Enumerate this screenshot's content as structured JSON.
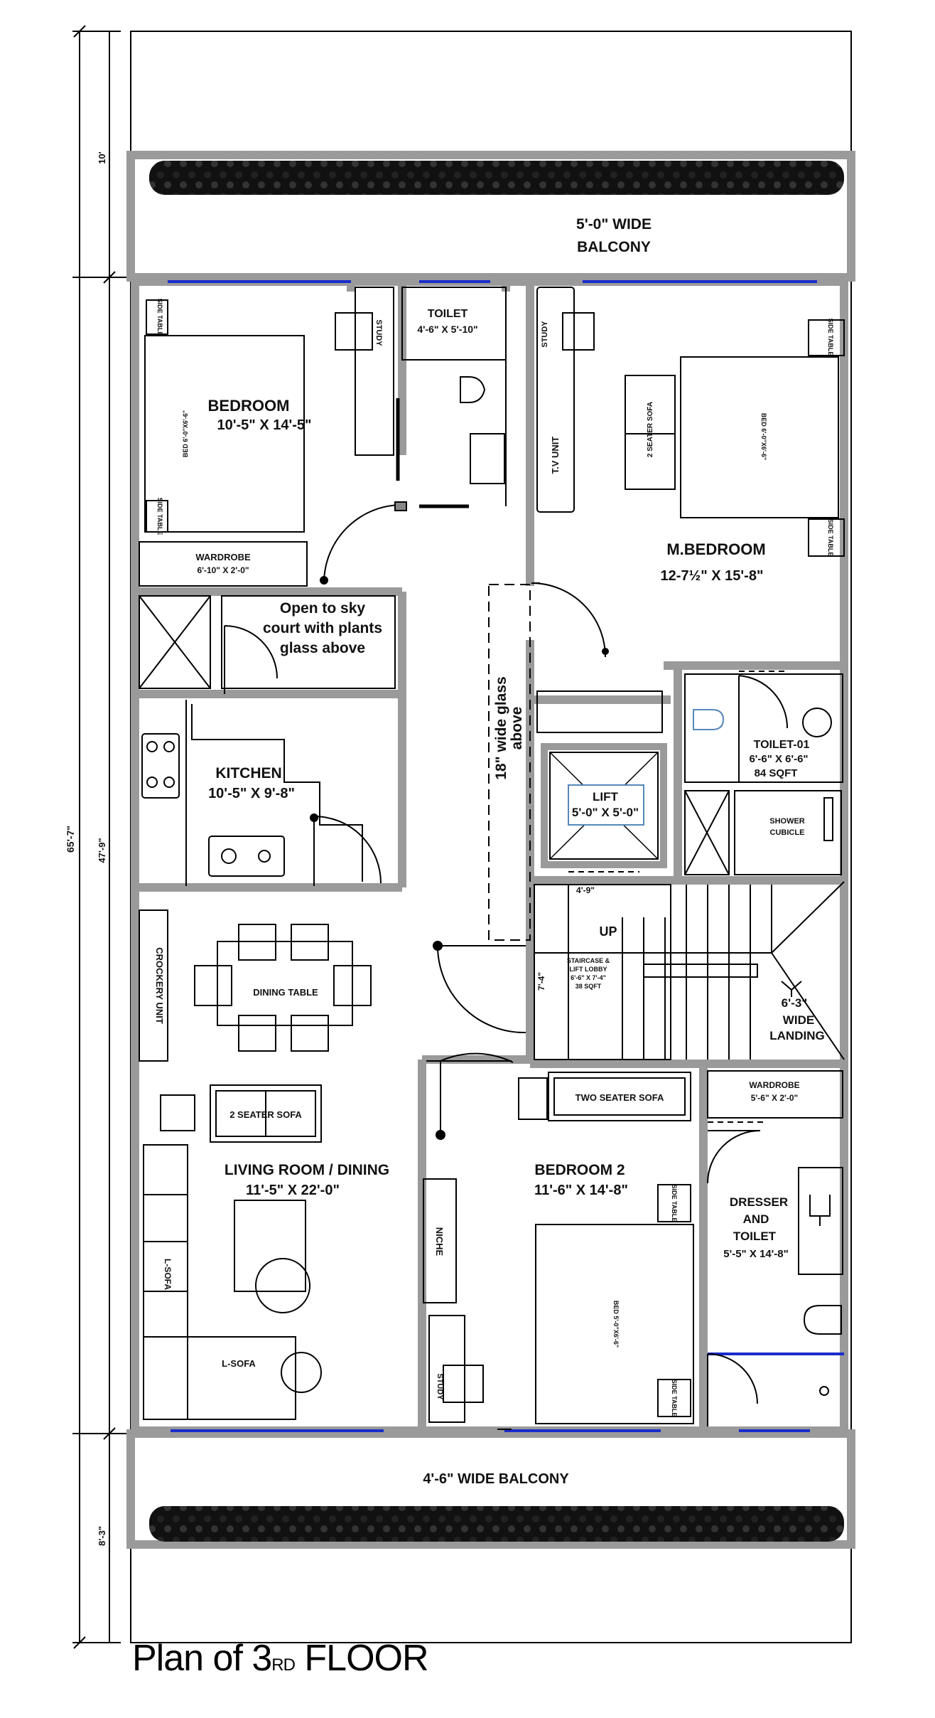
{
  "caption": {
    "prefix": "Plan of 3",
    "ordinal": "RD",
    "suffix": "FLOOR"
  },
  "dimensions": {
    "overall": "65'-7\"",
    "front_setback": "10'",
    "main_block": "47'-9\"",
    "rear_setback": "8'-3\""
  },
  "labels": {
    "balcony_top": [
      "5'-0\" WIDE",
      "BALCONY"
    ],
    "balcony_bottom": "4'-6\" WIDE BALCONY",
    "bedroom": [
      "BEDROOM",
      "10'-5\" X 14'-5\""
    ],
    "toilet": [
      "TOILET",
      "4'-6\" X 5'-10\""
    ],
    "master_bedroom": [
      "M.BEDROOM",
      "12-7½\" X 15'-8\""
    ],
    "wardrobe_1": [
      "WARDROBE",
      "6'-10\" X 2'-0\""
    ],
    "open_sky": [
      "Open to sky",
      "court with plants",
      "glass above"
    ],
    "kitchen": [
      "KITCHEN",
      "10'-5\" X 9'-8\""
    ],
    "glass_strip": [
      "18\" wide glass",
      "above"
    ],
    "lift": [
      "LIFT",
      "5'-0\" X 5'-0\""
    ],
    "toilet_01": [
      "TOILET-01",
      "6'-6\" X 6'-6\"",
      "84 SQFT"
    ],
    "shower_cubicle": [
      "SHOWER",
      "CUBICLE"
    ],
    "staircase": [
      "STAIRCASE &",
      "LIFT LOBBY",
      "6'-6\" X 7'-4\"",
      "38 SQFT"
    ],
    "stair_width": "4'-9\"",
    "stair_depth": "7'-4\"",
    "up": "UP",
    "landing": [
      "6'-3\"",
      "WIDE",
      "LANDING"
    ],
    "dining_table": "DINING TABLE",
    "crockery_unit": "CROCKERY UNIT",
    "two_seater_sofa_1": "2 SEATER SOFA",
    "living_room": [
      "LIVING ROOM / DINING",
      "11'-5\" X 22'-0\""
    ],
    "l_sofa": "L-SOFA",
    "bedroom_2": [
      "BEDROOM 2",
      "11'-6\" X 14'-8\""
    ],
    "two_seater_sofa_2": "TWO SEATER SOFA",
    "niche": "NICHE",
    "wardrobe_2": [
      "WARDROBE",
      "5'-6\" X 2'-0\""
    ],
    "dresser_toilet": [
      "DRESSER",
      "AND",
      "TOILET",
      "5'-5\" X 14'-8\""
    ],
    "study": "STUDY",
    "side_table": "SIDE TABLE",
    "tv_unit": "T.V UNIT",
    "two_seater_sofa_mb": "2 SEATER SOFA",
    "bed_size_1": "BED 6'-0\"X6'-6\"",
    "bed_size_2": "BED 6'-0\"X6'-6\"",
    "bed_size_3": "BED 5'-0\"X6'-6\""
  },
  "colors": {
    "wall": "#9a9a9a",
    "wall_edge": "#222222",
    "glazing": "#1a2ccc",
    "hedge": "#0c0c0c"
  }
}
